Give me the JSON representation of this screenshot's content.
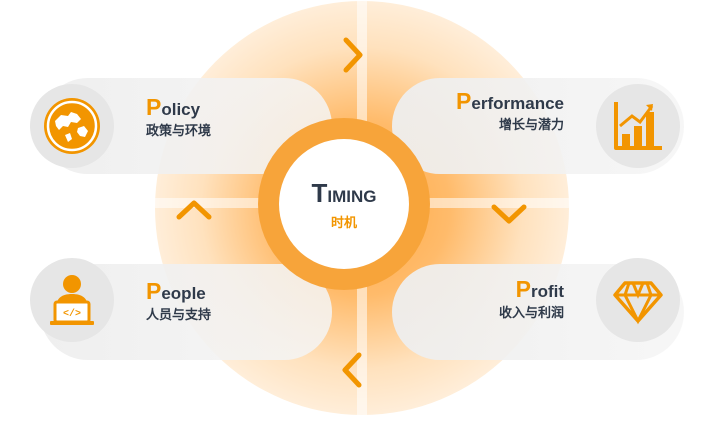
{
  "colors": {
    "accent": "#f29500",
    "text": "#2f3a4a",
    "card": "#eeeeee"
  },
  "center": {
    "title_cap": "T",
    "title_rest": "IMING",
    "subtitle": "时机"
  },
  "items": [
    {
      "id": "policy",
      "cap": "P",
      "rest": "olicy",
      "zh": "政策与环境",
      "icon": "globe-icon"
    },
    {
      "id": "performance",
      "cap": "P",
      "rest": "erformance",
      "zh": "增长与潜力",
      "icon": "bar-chart-icon"
    },
    {
      "id": "people",
      "cap": "P",
      "rest": "eople",
      "zh": "人员与支持",
      "icon": "developer-icon"
    },
    {
      "id": "profit",
      "cap": "P",
      "rest": "rofit",
      "zh": "收入与利润",
      "icon": "diamond-icon"
    }
  ],
  "arrows": [
    "chevron-right-icon",
    "chevron-down-icon",
    "chevron-left-icon",
    "chevron-up-icon"
  ]
}
